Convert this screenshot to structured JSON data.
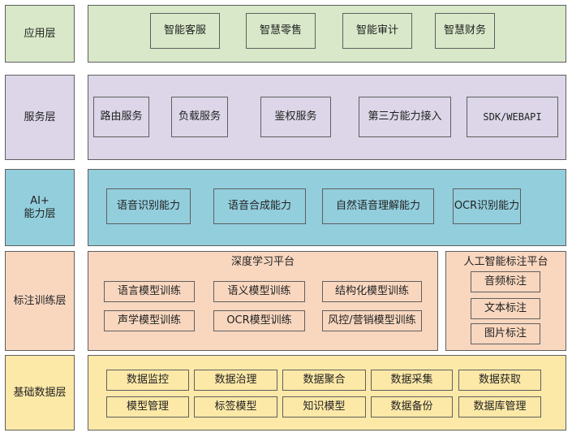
{
  "colors": {
    "app": "#d8e8c8",
    "service": "#dcd6e8",
    "ai": "#93cedd",
    "train": "#f9d7bf",
    "base": "#fde9a7",
    "border": "#5f5f5f"
  },
  "layers": {
    "app": {
      "label": "应用层",
      "items": [
        "智能客服",
        "智慧零售",
        "智能审计",
        "智慧财务"
      ]
    },
    "service": {
      "label": "服务层",
      "items": [
        "路由服务",
        "负载服务",
        "鉴权服务",
        "第三方能力接入",
        "SDK/WEBAPI"
      ]
    },
    "ai": {
      "label_line1": "AI+",
      "label_line2": "能力层",
      "items": [
        "语音识别能力",
        "语音合成能力",
        "自然语音理解能力",
        "OCR识别能力"
      ]
    },
    "train": {
      "label": "标注训练层",
      "dl_title": "深度学习平台",
      "dl_items": [
        "语言模型训练",
        "语义模型训练",
        "结构化模型训练",
        "声学模型训练",
        "OCR模型训练",
        "风控/营销模型训练"
      ],
      "ann_title": "人工智能标注平台",
      "ann_items": [
        "音频标注",
        "文本标注",
        "图片标注"
      ]
    },
    "base": {
      "label": "基础数据层",
      "items": [
        "数据监控",
        "数据治理",
        "数据聚合",
        "数据采集",
        "数据获取",
        "模型管理",
        "标签模型",
        "知识模型",
        "数据备份",
        "数据库管理"
      ]
    }
  }
}
